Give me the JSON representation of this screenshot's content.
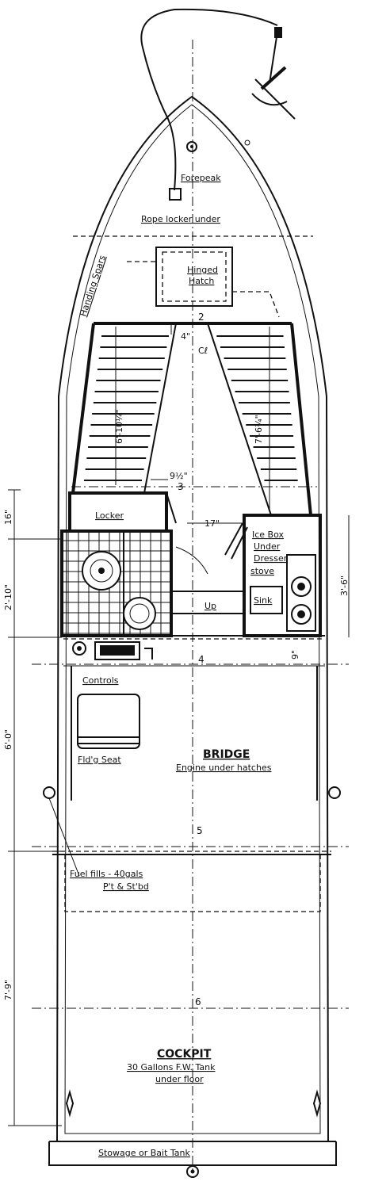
{
  "labels": {
    "forepeak": "Forepeak",
    "rope_locker": "Rope locker under",
    "handing_spars": "Handing Spars",
    "hinged_hatch_1": "Hinged",
    "hinged_hatch_2": "Hatch",
    "locker": "Locker",
    "ice_box_1": "Ice Box",
    "ice_box_2": "Under",
    "ice_box_3": "Dresser",
    "stove": "stove",
    "sink": "Sink",
    "up": "Up",
    "controls": "Controls",
    "fldg_seat": "Fld'g Seat",
    "bridge": "BRIDGE",
    "engine": "Engine under hatches",
    "fuel_fills_1": "Fuel fills - 40gals",
    "fuel_fills_2": "P't & St'bd",
    "cockpit": "COCKPIT",
    "tank_1": "30 Gallons F.W. Tank",
    "tank_2": "under floor",
    "stowage": "Stowage or Bait Tank"
  },
  "stations": [
    "2",
    "3",
    "4",
    "5",
    "6"
  ],
  "dimensions": {
    "d_4": "4\"",
    "d_cl": "Cℓ",
    "d_6_10": "6'-10¼\"",
    "d_7_6": "7'-6¾\"",
    "d_9a": "9½\"",
    "d_17": "17\"",
    "d_16": "16\"",
    "d_2_10": "2'-10\"",
    "d_3_6": "3'-6\"",
    "d_9b": "9\"",
    "d_6_0": "6'-0\"",
    "d_7_9": "7'-9\""
  }
}
